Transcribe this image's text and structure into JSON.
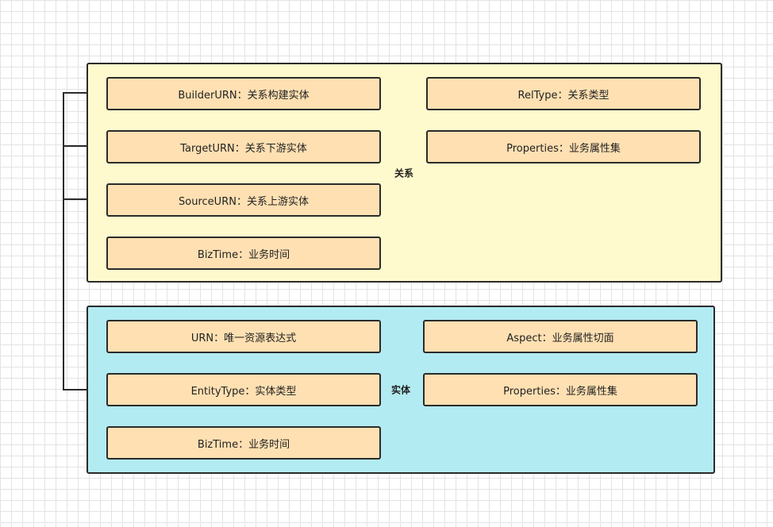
{
  "colors": {
    "relation_group_fill": "#fffacd",
    "entity_group_fill": "#b3ebf2",
    "field_fill": "#ffe0b2",
    "stroke": "#2b2b2b"
  },
  "relation": {
    "label": "关系",
    "fields": {
      "builder_urn": "BuilderURN：关系构建实体",
      "target_urn": "TargetURN：关系下游实体",
      "source_urn": "SourceURN：关系上游实体",
      "biz_time": "BizTime：业务时间",
      "rel_type": "RelType：关系类型",
      "properties": "Properties：业务属性集"
    }
  },
  "entity": {
    "label": "实体",
    "fields": {
      "urn": "URN：唯一资源表达式",
      "entity_type": "EntityType：实体类型",
      "biz_time": "BizTime：业务时间",
      "aspect": "Aspect：业务属性切面",
      "properties": "Properties：业务属性集"
    }
  }
}
